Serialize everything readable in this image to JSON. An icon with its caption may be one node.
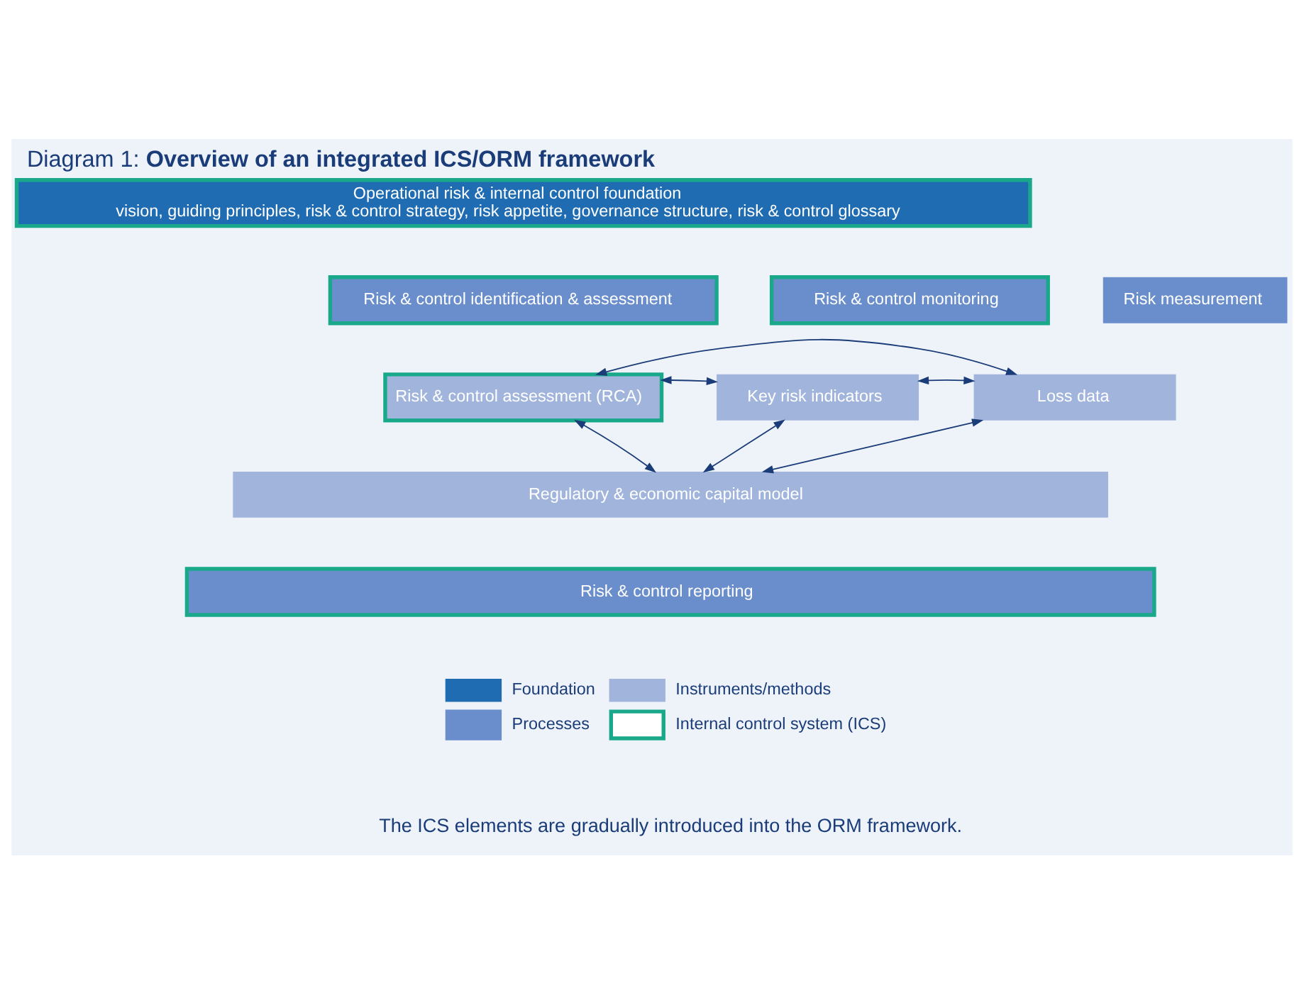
{
  "diagram": {
    "title": "Diagram 1: **Overview of an integrated ICS/ORM framework**",
    "caption": "The ICS elements are gradually introduced into the ORM framework.",
    "nodes": [
      {
        "text": [
          "Operational risk & internal control foundation",
          "vision, guiding principles, risk & control strategy, risk appetite, governance structure, risk & control glossary"
        ]
      },
      {
        "text": [
          "Risk & control identification & assessment"
        ]
      },
      {
        "text": [
          "Risk & control monitoring"
        ]
      },
      {
        "text": [
          "Risk measurement"
        ]
      },
      {
        "text": [
          "Risk & control assessment (RCA)"
        ]
      },
      {
        "text": [
          "Key risk indicators"
        ]
      },
      {
        "text": [
          "Loss data"
        ]
      },
      {
        "text": [
          "Regulatory & economic capital model"
        ]
      },
      {
        "text": [
          "Risk & control reporting"
        ]
      }
    ],
    "edges": [
      {
        "from": 4,
        "to": 6,
        "arrow": "both"
      },
      {
        "from": 4,
        "to": 5,
        "arrow": "both"
      },
      {
        "from": 5,
        "to": 6,
        "arrow": "both"
      },
      {
        "from": 4,
        "to": 7,
        "arrow": "both"
      },
      {
        "from": 5,
        "to": 7,
        "arrow": "both"
      },
      {
        "from": 6,
        "to": 7,
        "arrow": "both"
      }
    ],
    "legend": [
      {
        "text": "Foundation",
        "color": "#1f6cb3"
      },
      {
        "text": "Instruments/methods",
        "color": "#a0b4dc"
      },
      {
        "text": "Processes",
        "color": "#6a8ecb"
      },
      {
        "text": "Internal control system (ICS)"
      }
    ]
  }
}
